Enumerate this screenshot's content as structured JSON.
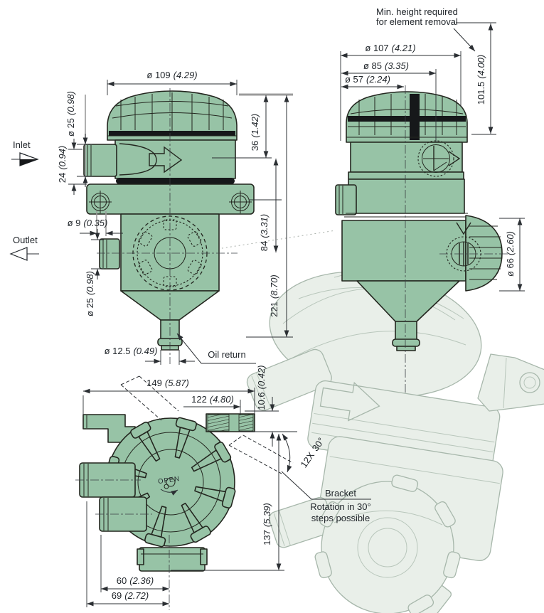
{
  "labels": {
    "inlet": "Inlet",
    "outlet": "Outlet",
    "oil_return": "Oil return",
    "min_height_line1": "Min. height required",
    "min_height_line2": "for element removal",
    "bracket_line1": "Bracket",
    "bracket_line2": "Rotation in 30°",
    "bracket_line3": "steps possible",
    "open": "OPEN"
  },
  "dims": {
    "side_view": {
      "cap_diameter": {
        "v": "ø 109",
        "alt": "(4.29)"
      },
      "inlet_diameter": {
        "v": "ø 25",
        "alt": "(0.98)"
      },
      "inlet_offset": {
        "v": "24",
        "alt": "(0.94)"
      },
      "mount_hole_diameter": {
        "v": "ø 9",
        "alt": "(0.35)"
      },
      "outlet_diameter": {
        "v": "ø 25",
        "alt": "(0.98)"
      },
      "oil_return_diameter": {
        "v": "ø 12.5",
        "alt": "(0.49)"
      },
      "cap_height": {
        "v": "36",
        "alt": "(1.42)"
      },
      "port_spacing": {
        "v": "84",
        "alt": "(3.31)"
      },
      "overall_height": {
        "v": "221",
        "alt": "(8.70)"
      }
    },
    "front_view": {
      "cover_diameter": {
        "v": "ø 107",
        "alt": "(4.21)"
      },
      "body_diameter": {
        "v": "ø 85",
        "alt": "(3.35)"
      },
      "boss_diameter": {
        "v": "ø 57",
        "alt": "(2.24)"
      },
      "removal_height": {
        "v": "101.5",
        "alt": "(4.00)"
      },
      "side_port_diameter": {
        "v": "ø 66",
        "alt": "(2.60)"
      }
    },
    "bottom_view": {
      "overall_width": {
        "v": "149",
        "alt": "(5.87)"
      },
      "bracket_width": {
        "v": "122",
        "alt": "(4.80)"
      },
      "bracket_thickness": {
        "v": "10.6",
        "alt": "(0.42)"
      },
      "bracket_steps": {
        "v": "12X",
        "alt": "30°"
      },
      "depth": {
        "v": "137",
        "alt": "(5.39)"
      },
      "port_offset_inner": {
        "v": "60",
        "alt": "(2.36)"
      },
      "port_offset_outer": {
        "v": "69",
        "alt": "(2.72)"
      }
    }
  },
  "colors": {
    "device_green": "#97c3a6",
    "outline": "#23261f",
    "dimension_ink": "#2b2f33",
    "oring_black": "#16181a",
    "ghost_fill": "#e9efe9",
    "ghost_line": "#a7b7ab",
    "gray_extension": "#9b9b9b",
    "background": "#ffffff"
  }
}
